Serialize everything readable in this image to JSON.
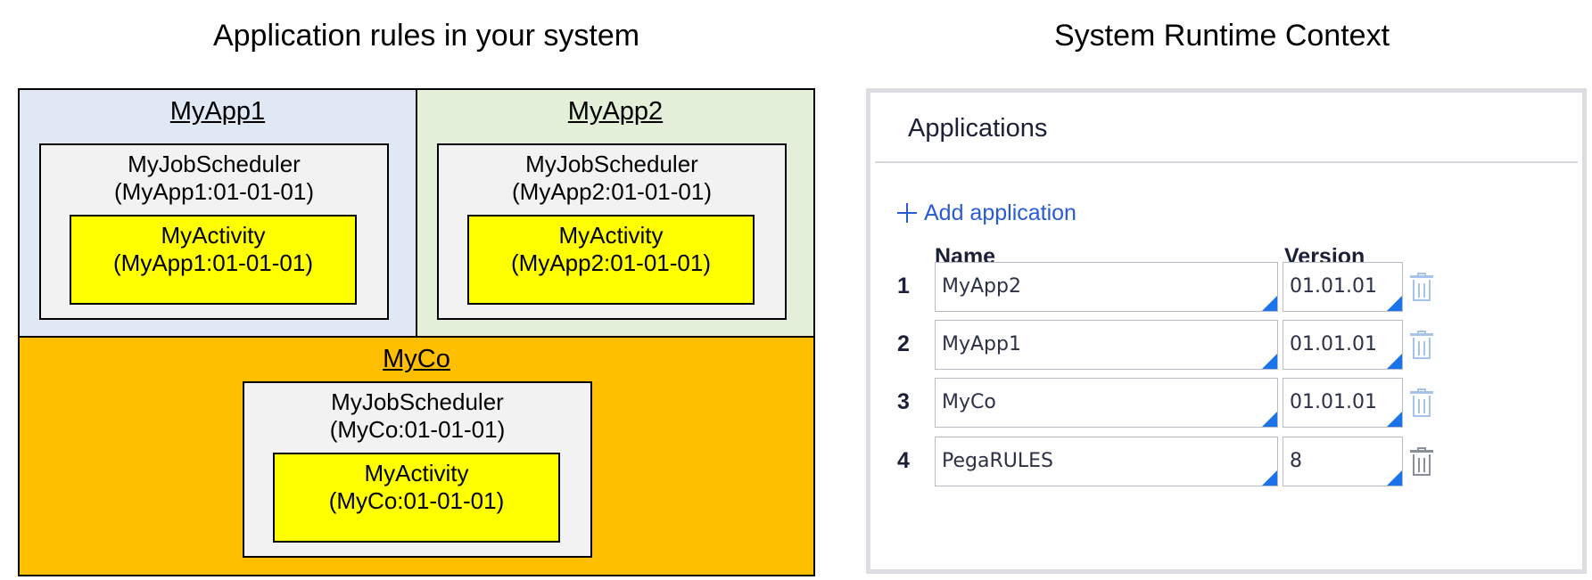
{
  "headings": {
    "left": "Application rules in your system",
    "right": "System Runtime Context"
  },
  "diagram": {
    "myapp1": {
      "title": "MyApp1",
      "scheduler_name": "MyJobScheduler",
      "scheduler_version": "(MyApp1:01-01-01)",
      "activity_name": "MyActivity",
      "activity_version": "(MyApp1:01-01-01)",
      "color": "#dfe8f3"
    },
    "myapp2": {
      "title": "MyApp2",
      "scheduler_name": "MyJobScheduler",
      "scheduler_version": "(MyApp2:01-01-01)",
      "activity_name": "MyActivity",
      "activity_version": "(MyApp2:01-01-01)",
      "color": "#e3efd8"
    },
    "myco": {
      "title": "MyCo",
      "scheduler_name": "MyJobScheduler",
      "scheduler_version": "(MyCo:01-01-01)",
      "activity_name": "MyActivity",
      "activity_version": "(MyCo:01-01-01)",
      "color": "#ffbf00"
    }
  },
  "panel": {
    "title": "Applications",
    "add_label": "Add application",
    "columns": {
      "name": "Name",
      "version": "Version"
    },
    "rows": [
      {
        "num": "1",
        "name": "MyApp2",
        "version": "01.01.01"
      },
      {
        "num": "2",
        "name": "MyApp1",
        "version": "01.01.01"
      },
      {
        "num": "3",
        "name": "MyCo",
        "version": "01.01.01"
      },
      {
        "num": "4",
        "name": "PegaRULES",
        "version": "8"
      }
    ],
    "accent_color": "#2a5bd7"
  }
}
